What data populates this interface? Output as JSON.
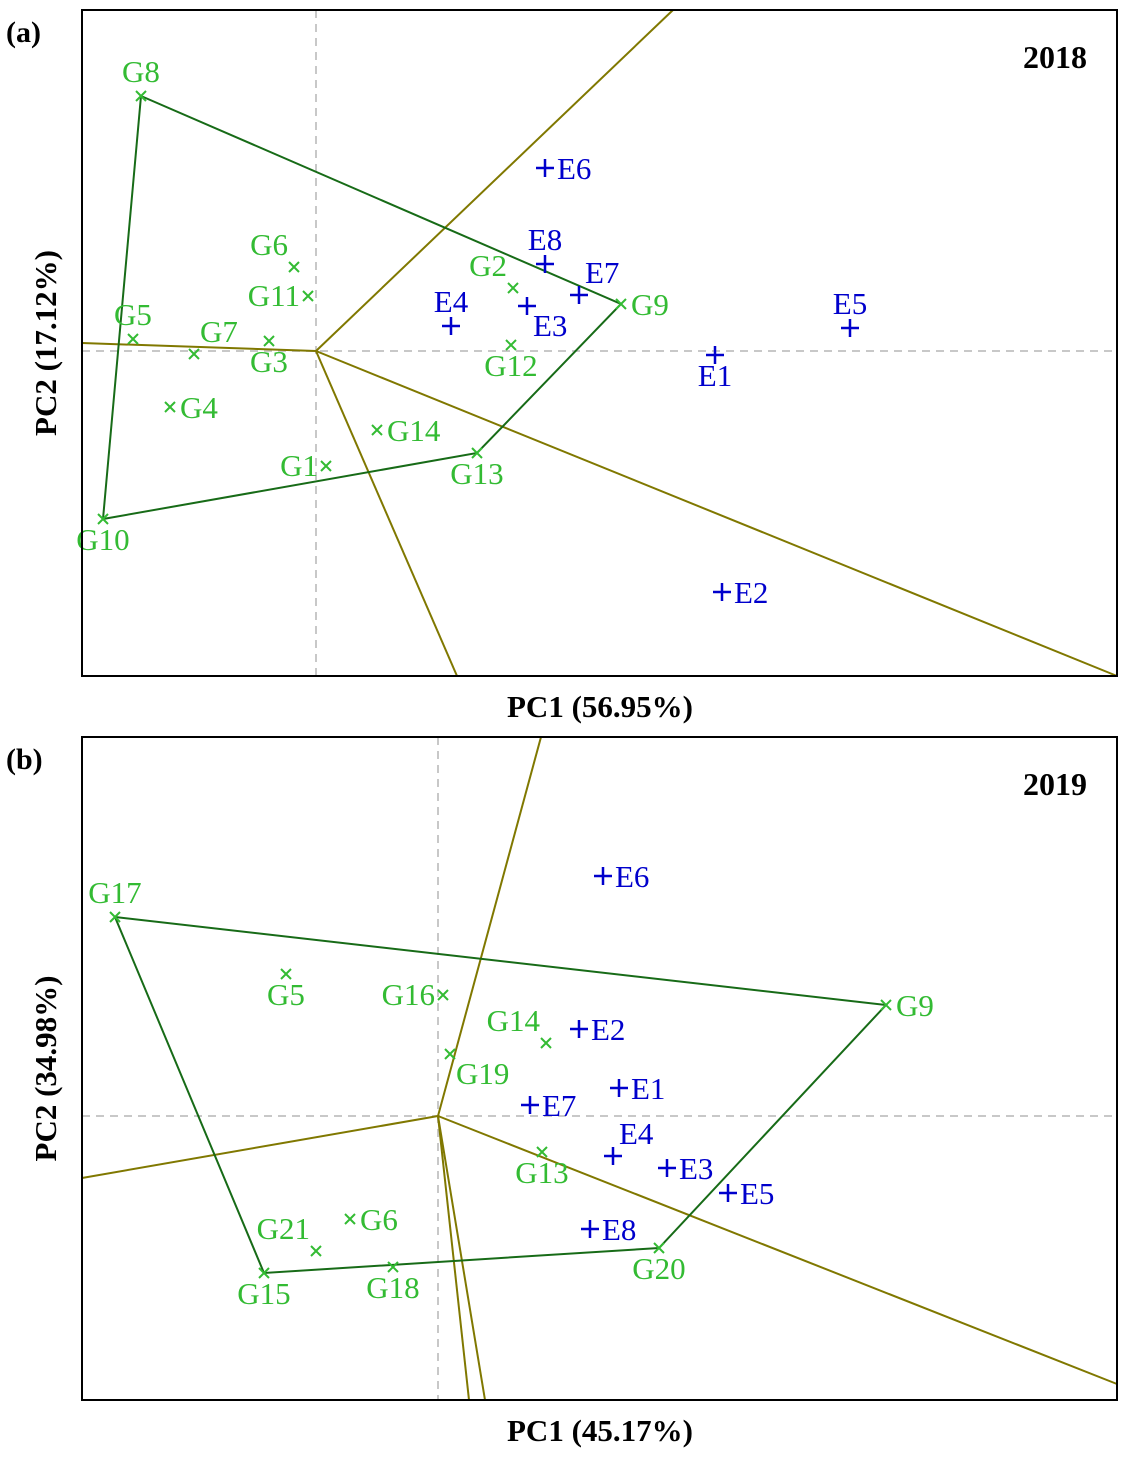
{
  "colors": {
    "genotype": "#33bb33",
    "environment": "#0000cc",
    "polygon": "#176b17",
    "sector": "#807800",
    "axis_dash": "#c8c8c8",
    "frame": "#000000"
  },
  "chart_data": [
    {
      "type": "scatter",
      "panel": "(a)",
      "title": "2018",
      "xlabel": "PC1 (56.95%)",
      "ylabel": "PC2 (17.12%)",
      "xlim": [
        -2.34,
        8.01
      ],
      "ylim": [
        -3.25,
        3.41
      ],
      "grid": false,
      "genotypes": [
        {
          "name": "G8",
          "x": -1.75,
          "y": 2.55,
          "pos": "t"
        },
        {
          "name": "G6",
          "x": -0.22,
          "y": 0.84,
          "pos": "tl"
        },
        {
          "name": "G11",
          "x": -0.08,
          "y": 0.55,
          "pos": "l"
        },
        {
          "name": "G5",
          "x": -1.83,
          "y": 0.12,
          "pos": "t"
        },
        {
          "name": "G7",
          "x": -1.22,
          "y": -0.03,
          "pos": "tr"
        },
        {
          "name": "G3",
          "x": -0.47,
          "y": 0.1,
          "pos": "b"
        },
        {
          "name": "G4",
          "x": -1.46,
          "y": -0.56,
          "pos": "r"
        },
        {
          "name": "G14",
          "x": 0.61,
          "y": -0.79,
          "pos": "r"
        },
        {
          "name": "G1",
          "x": 0.1,
          "y": -1.15,
          "pos": "l"
        },
        {
          "name": "G13",
          "x": 1.61,
          "y": -1.02,
          "pos": "b"
        },
        {
          "name": "G10",
          "x": -2.13,
          "y": -1.68,
          "pos": "b"
        },
        {
          "name": "G2",
          "x": 1.97,
          "y": 0.63,
          "pos": "tl"
        },
        {
          "name": "G12",
          "x": 1.95,
          "y": 0.06,
          "pos": "b"
        },
        {
          "name": "G9",
          "x": 3.05,
          "y": 0.47,
          "pos": "r"
        }
      ],
      "environments": [
        {
          "name": "E6",
          "x": 2.29,
          "y": 1.83,
          "pos": "r"
        },
        {
          "name": "E8",
          "x": 2.29,
          "y": 0.87,
          "pos": "t"
        },
        {
          "name": "E7",
          "x": 2.63,
          "y": 0.56,
          "pos": "tr"
        },
        {
          "name": "E3",
          "x": 2.11,
          "y": 0.45,
          "pos": "br"
        },
        {
          "name": "E4",
          "x": 1.35,
          "y": 0.25,
          "pos": "t"
        },
        {
          "name": "E5",
          "x": 5.34,
          "y": 0.23,
          "pos": "t"
        },
        {
          "name": "E1",
          "x": 3.99,
          "y": -0.04,
          "pos": "b"
        },
        {
          "name": "E2",
          "x": 4.06,
          "y": -2.41,
          "pos": "r"
        }
      ],
      "polygon": [
        "G8",
        "G9",
        "G13",
        "G10"
      ],
      "sector_lines": [
        [
          3.57,
          3.41
        ],
        [
          -2.34,
          0.08
        ],
        [
          1.41,
          -3.25
        ],
        [
          8.01,
          -3.25
        ]
      ]
    },
    {
      "type": "scatter",
      "panel": "(b)",
      "title": "2019",
      "xlabel": "PC1 (45.17%)",
      "ylabel": "PC2 (34.98%)",
      "xlim": [
        -3.56,
        6.79
      ],
      "ylim": [
        -2.84,
        3.79
      ],
      "grid": false,
      "genotypes": [
        {
          "name": "G17",
          "x": -3.23,
          "y": 1.99,
          "pos": "t"
        },
        {
          "name": "G5",
          "x": -1.52,
          "y": 1.42,
          "pos": "b"
        },
        {
          "name": "G16",
          "x": 0.05,
          "y": 1.21,
          "pos": "l"
        },
        {
          "name": "G14",
          "x": 1.08,
          "y": 0.73,
          "pos": "tl"
        },
        {
          "name": "G19",
          "x": 0.12,
          "y": 0.62,
          "pos": "br"
        },
        {
          "name": "G9",
          "x": 4.48,
          "y": 1.11,
          "pos": "r"
        },
        {
          "name": "G13",
          "x": 1.04,
          "y": -0.36,
          "pos": "b"
        },
        {
          "name": "G21",
          "x": -1.22,
          "y": -1.35,
          "pos": "tl"
        },
        {
          "name": "G6",
          "x": -0.88,
          "y": -1.03,
          "pos": "r"
        },
        {
          "name": "G15",
          "x": -1.74,
          "y": -1.57,
          "pos": "b"
        },
        {
          "name": "G18",
          "x": -0.45,
          "y": -1.51,
          "pos": "b"
        },
        {
          "name": "G20",
          "x": 2.21,
          "y": -1.32,
          "pos": "b"
        }
      ],
      "environments": [
        {
          "name": "E6",
          "x": 1.65,
          "y": 2.4,
          "pos": "r"
        },
        {
          "name": "E2",
          "x": 1.41,
          "y": 0.87,
          "pos": "r"
        },
        {
          "name": "E1",
          "x": 1.81,
          "y": 0.28,
          "pos": "r"
        },
        {
          "name": "E7",
          "x": 0.92,
          "y": 0.11,
          "pos": "r"
        },
        {
          "name": "E4",
          "x": 1.75,
          "y": -0.4,
          "pos": "tr"
        },
        {
          "name": "E3",
          "x": 2.29,
          "y": -0.52,
          "pos": "r"
        },
        {
          "name": "E5",
          "x": 2.9,
          "y": -0.77,
          "pos": "r"
        },
        {
          "name": "E8",
          "x": 1.52,
          "y": -1.13,
          "pos": "r"
        }
      ],
      "polygon": [
        "G17",
        "G9",
        "G20",
        "G15"
      ],
      "sector_lines": [
        [
          1.03,
          3.79
        ],
        [
          -3.56,
          -0.62
        ],
        [
          0.31,
          -2.84
        ],
        [
          0.47,
          -2.84
        ],
        [
          6.79,
          -2.68
        ]
      ]
    }
  ]
}
